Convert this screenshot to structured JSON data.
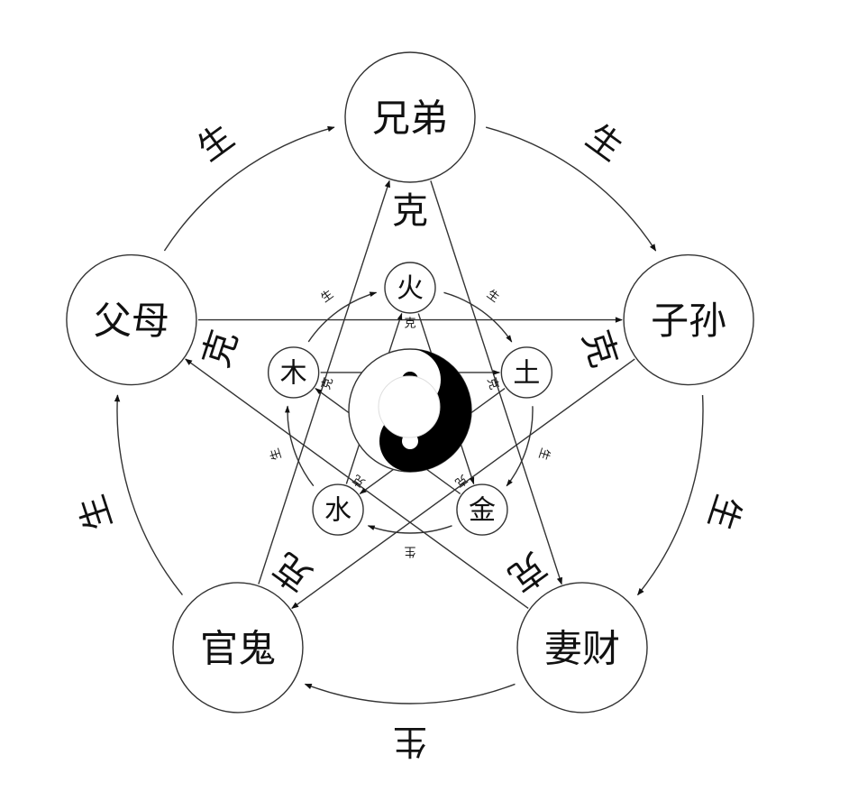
{
  "outer_nodes": [
    "兄弟",
    "子孙",
    "妻财",
    "官鬼",
    "父母"
  ],
  "inner_nodes": [
    "火",
    "土",
    "金",
    "水",
    "木"
  ],
  "outer_sheng": [
    "生",
    "生",
    "生",
    "生",
    "生"
  ],
  "outer_ke": [
    "克",
    "克",
    "克",
    "克",
    "克"
  ],
  "inner_sheng": [
    "生",
    "生",
    "生",
    "生",
    "生"
  ],
  "inner_ke": [
    "克",
    "克",
    "克",
    "克",
    "克"
  ],
  "colors": {
    "line": "#333333",
    "yin": "#000000",
    "yang": "#ffffff"
  }
}
